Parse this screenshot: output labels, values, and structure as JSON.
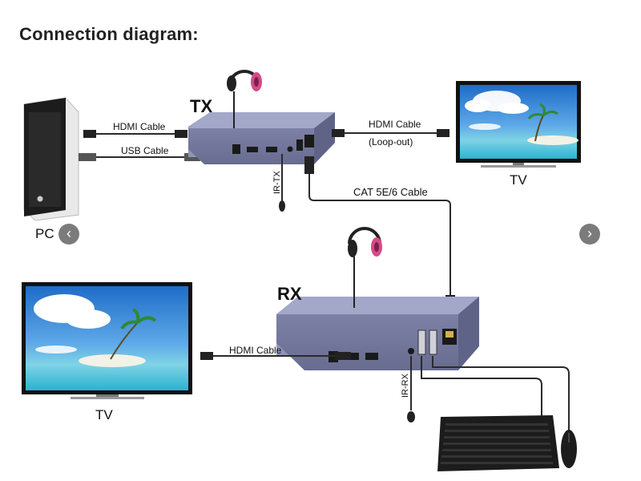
{
  "title": "Connection diagram:",
  "tx": {
    "label": "TX",
    "hdmi_in_label": "HDMI Cable",
    "usb_label": "USB Cable",
    "hdmi_loop_label": "HDMI Cable",
    "loop_out_label": "(Loop-out)",
    "ir_label": "IR-TX"
  },
  "rx": {
    "label": "RX",
    "hdmi_out_label": "HDMI Cable",
    "ir_label": "IR-RX"
  },
  "cat_label": "CAT 5E/6 Cable",
  "devices": {
    "pc": "PC",
    "tv_top": "TV",
    "tv_bottom": "TV"
  },
  "nav": {
    "prev": "‹",
    "next": "›"
  },
  "colors": {
    "extender": "#8f93b5",
    "extender_dark": "#6f7396",
    "cable": "#2b2b2b",
    "headphone_pink": "#d54b86",
    "sky": "#2d7fd1",
    "sea": "#3fb8d8",
    "sand": "#f2f2e6"
  }
}
